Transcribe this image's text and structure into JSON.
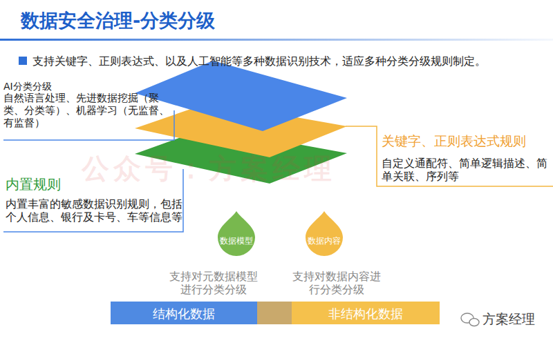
{
  "diagram": {
    "title": "数据安全治理-分类分级",
    "nodes": [
      {
        "text": [
          "数据模型"
        ]
      },
      {
        "text": [
          "数据内容"
        ]
      },
      {
        "text": [
          "结构化数据"
        ]
      },
      {
        "text": [
          "非结构化数据"
        ]
      }
    ],
    "labels": [
      "支持关键字、正则表达式、以及人工智能等多种数据识别技术，适应多种分类分级规则制定。",
      "AI分类分级",
      "自然语言处理、先进数据挖掘（聚 类、分类等）、机器学习（无监督、 有监督）",
      "关键字、正则表达式规则",
      "自定义通配符、简单逻辑描述、简 单关联、序列等",
      "内置规则",
      "内置丰富的敏感数据识别规则，包括 个人信息、银行及卡号、车等信息等",
      "支持对元数据模型 进行分类分级",
      "支持对数据内容进 行分类分级",
      "公众号：方案经理",
      "方案经理"
    ]
  }
}
